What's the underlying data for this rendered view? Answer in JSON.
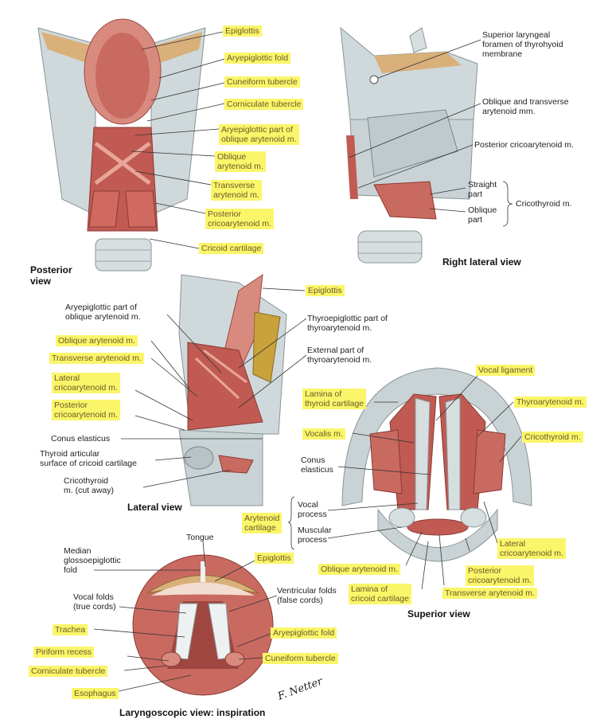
{
  "posterior": {
    "view": "Posterior\nview",
    "labels": [
      "Epiglottis",
      "Aryepiglottic fold",
      "Cuneiform tubercle",
      "Corniculate tubercle",
      "Aryepiglottic part of\noblique arytenoid m.",
      "Oblique\narytenoid m.",
      "Transverse\narytenoid m.",
      "Posterior\ncricoarytenoid m.",
      "Cricoid cartilage"
    ]
  },
  "right_lateral": {
    "view": "Right lateral view",
    "labels": [
      "Superior laryngeal\nforamen of thyrohyoid\nmembrane",
      "Oblique and transverse\narytenoid mm.",
      "Posterior cricoarytenoid m.",
      "Straight\npart",
      "Oblique\npart",
      "Cricothyroid m."
    ]
  },
  "lateral": {
    "view": "Lateral view",
    "labels": [
      "Epiglottis",
      "Aryepiglottic part of\noblique arytenoid m.",
      "Thyroepiglottic part of\nthyroarytenoid m.",
      "Oblique arytenoid m.",
      "Transverse arytenoid m.",
      "External part of\nthyroarytenoid m.",
      "Lateral\ncricoarytenoid m.",
      "Posterior\ncricoarytenoid m.",
      "Conus elasticus",
      "Thyroid articular\nsurface of cricoid cartilage",
      "Cricothyroid\nm. (cut away)"
    ]
  },
  "superior": {
    "view": "Superior view",
    "labels": [
      "Vocal ligament",
      "Lamina of\nthyroid cartilage",
      "Thyroarytenoid m.",
      "Vocalis m.",
      "Cricothyroid m.",
      "Conus\nelasticus",
      "Arytenoid\ncartilage",
      "Vocal\nprocess",
      "Muscular\nprocess",
      "Lateral\ncricoarytenoid m.",
      "Oblique arytenoid m.",
      "Posterior\ncricoarytenoid m.",
      "Lamina of\ncricoid cartilage",
      "Transverse arytenoid m."
    ]
  },
  "laryngoscopic": {
    "view": "Laryngoscopic view: inspiration",
    "labels": [
      "Tongue",
      "Median\nglossoepiglottic\nfold",
      "Epiglottis",
      "Vocal folds\n(true cords)",
      "Ventricular folds\n(false cords)",
      "Trachea",
      "Aryepiglottic fold",
      "Piriform recess",
      "Cuneiform tubercle",
      "Corniculate tubercle",
      "Esophagus"
    ]
  },
  "signature": "F. Netter",
  "colors": {
    "highlight": "#fbf56a",
    "muscle": "#c96a60",
    "cartilage": "#c9d3d6",
    "membrane": "#d9b07a"
  }
}
